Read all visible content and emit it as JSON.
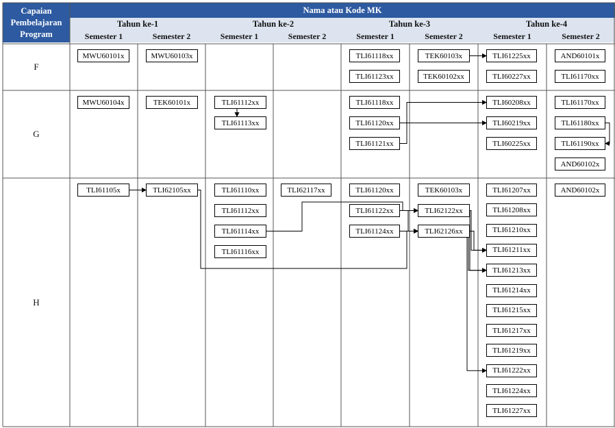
{
  "header": {
    "corner": [
      "Capaian",
      "Pembelajaran",
      "Program"
    ],
    "title": "Nama atau Kode MK",
    "years": [
      "Tahun ke-1",
      "Tahun ke-2",
      "Tahun ke-3",
      "Tahun ke-4"
    ],
    "semesters": [
      "Semester 1",
      "Semester 2",
      "Semester 1",
      "Semester 2",
      "Semester 1",
      "Semester 2",
      "Semester 1",
      "Semester 2"
    ]
  },
  "rows": [
    {
      "label": "F",
      "columns": [
        [
          "MWU60101x"
        ],
        [
          "MWU60103x"
        ],
        [],
        [],
        [
          "TLI61118xx",
          "TLI61123xx"
        ],
        [
          "TEK60103x",
          "TEK60102xx"
        ],
        [
          "TLI61225xx",
          "TLI60227xx"
        ],
        [
          "AND60101x",
          "TLI61170xx"
        ]
      ]
    },
    {
      "label": "G",
      "columns": [
        [
          "MWU60104x"
        ],
        [
          "TEK60101x"
        ],
        [
          "TLI61112xx",
          "TLI61113xx"
        ],
        [],
        [
          "TLI61118xx",
          "TLI61120xx",
          "TLI61121xx"
        ],
        [],
        [
          "TLI60208xx",
          "TLI60219xx",
          "TLI60225xx"
        ],
        [
          "TLI61170xx",
          "TLI61180xx",
          "TLI61190xx",
          "AND60102x"
        ]
      ]
    },
    {
      "label": "H",
      "columns": [
        [
          "TLI61105x"
        ],
        [
          "TLI62105xx"
        ],
        [
          "TLI61110xx",
          "TLI61112xx",
          "TLI61114xx",
          "TLI61116xx"
        ],
        [
          "TLI62117xx"
        ],
        [
          "TLI61120xx",
          "TLI61122xx",
          "TLI61124xx"
        ],
        [
          "TEK60103x",
          "TLI62122xx",
          "TLI62126xx"
        ],
        [
          "TLI61207xx",
          "TLI61208xx",
          "TLI61210xx",
          "TLI61211xx",
          "TLI61213xx",
          "TLI61214xx",
          "TLI61215xx",
          "TLI61217xx",
          "TLI61219xx",
          "TLI61222xx",
          "TLI61224xx",
          "TLI61227xx"
        ],
        [
          "AND60102x"
        ]
      ]
    }
  ],
  "colors": {
    "header_bg": "#2d5aa0",
    "subheader_bg": "#dde4ef",
    "grid": "#555555"
  }
}
